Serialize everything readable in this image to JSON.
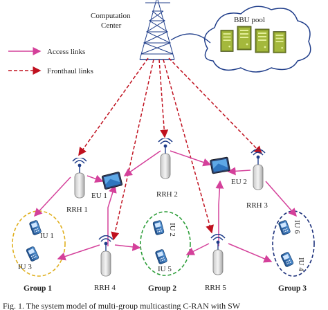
{
  "center": {
    "label_line1": "Computation",
    "label_line2": "Center"
  },
  "bbu_pool": {
    "label": "BBU pool"
  },
  "legend": {
    "access": "Access links",
    "fronthaul": "Fronthaul links"
  },
  "rrh": {
    "r1": "RRH 1",
    "r2": "RRH 2",
    "r3": "RRH 3",
    "r4": "RRH 4",
    "r5": "RRH 5"
  },
  "eu": {
    "e1": "EU 1",
    "e2": "EU 2"
  },
  "iu": {
    "i1": "IU 1",
    "i2": "IU 2",
    "i3": "IU 3",
    "i4": "IU 4",
    "i5": "IU 5",
    "i6": "IU 6"
  },
  "groups": {
    "g1": "Group 1",
    "g2": "Group 2",
    "g3": "Group 3"
  },
  "caption": "Fig. 1.  The system model of multi-group multicasting C-RAN with SW",
  "colors": {
    "access": "#d4409a",
    "fronthaul": "#c0111f",
    "tower": "#1f3d8a",
    "group1": "#e0b020",
    "group2": "#2e9e3a",
    "group3": "#1b2f7a"
  }
}
